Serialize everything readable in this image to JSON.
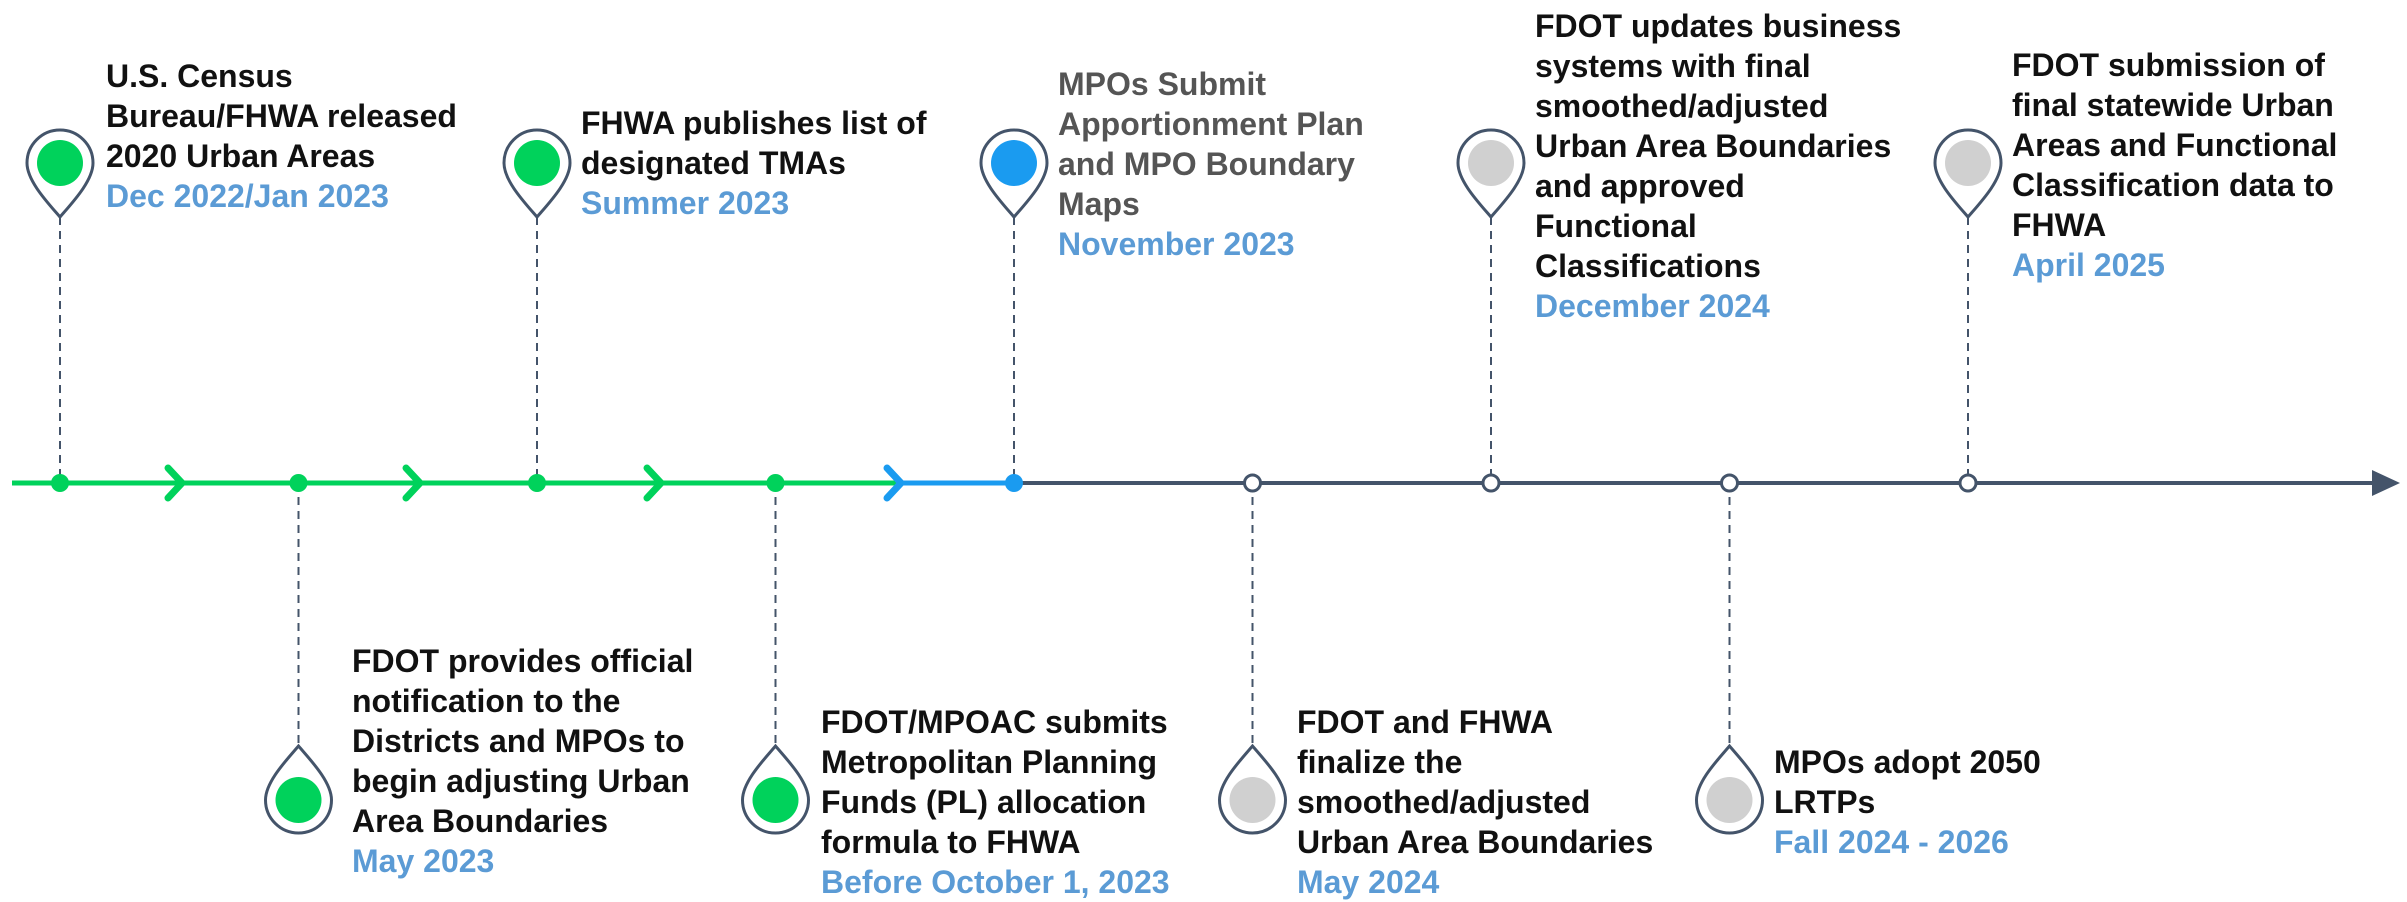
{
  "colors": {
    "completed": "#00d25b",
    "current": "#1a9bf0",
    "upcoming": "#d0d0d0",
    "axis": "#44546a",
    "date_text": "#5b9bd5"
  },
  "events": [
    {
      "id": "census-release",
      "text": "U.S. Census\nBureau/FHWA released\n2020 Urban Areas",
      "date": "Dec 2022/Jan 2023",
      "status": "completed",
      "side": "top",
      "order": 1
    },
    {
      "id": "fdot-notification",
      "text": "FDOT provides official\nnotification to the\nDistricts and MPOs to\nbegin adjusting Urban\nArea Boundaries",
      "date": "May 2023",
      "status": "completed",
      "side": "bottom",
      "order": 2
    },
    {
      "id": "fhwa-tma-list",
      "text": "FHWA publishes list of\ndesignated TMAs",
      "date": "Summer 2023",
      "status": "completed",
      "side": "top",
      "order": 3
    },
    {
      "id": "pl-formula",
      "text": "FDOT/MPOAC submits\nMetropolitan Planning\nFunds (PL) allocation\nformula to FHWA",
      "date": "Before October 1, 2023",
      "status": "completed",
      "side": "bottom",
      "order": 4
    },
    {
      "id": "mpo-apportionment",
      "text": "MPOs Submit\nApportionment Plan\nand MPO Boundary\nMaps",
      "date": "November 2023",
      "status": "current",
      "side": "top",
      "order": 5
    },
    {
      "id": "finalize-boundaries",
      "text": "FDOT and FHWA\nfinalize the\nsmoothed/adjusted\nUrban Area Boundaries",
      "date": "May 2024",
      "status": "upcoming",
      "side": "bottom",
      "order": 6
    },
    {
      "id": "business-systems",
      "text": "FDOT updates business\nsystems with final\nsmoothed/adjusted\nUrban Area Boundaries\nand approved\nFunctional\nClassifications",
      "date": "December 2024",
      "status": "upcoming",
      "side": "top",
      "order": 7
    },
    {
      "id": "lrtp-adoption",
      "text": "MPOs adopt 2050\nLRTPs",
      "date": "Fall 2024 - 2026",
      "status": "upcoming",
      "side": "bottom",
      "order": 8
    },
    {
      "id": "final-submission",
      "text": "FDOT submission of\nfinal statewide Urban\nAreas and Functional\nClassification data to\nFHWA",
      "date": "April 2025",
      "status": "upcoming",
      "side": "top",
      "order": 9
    }
  ]
}
